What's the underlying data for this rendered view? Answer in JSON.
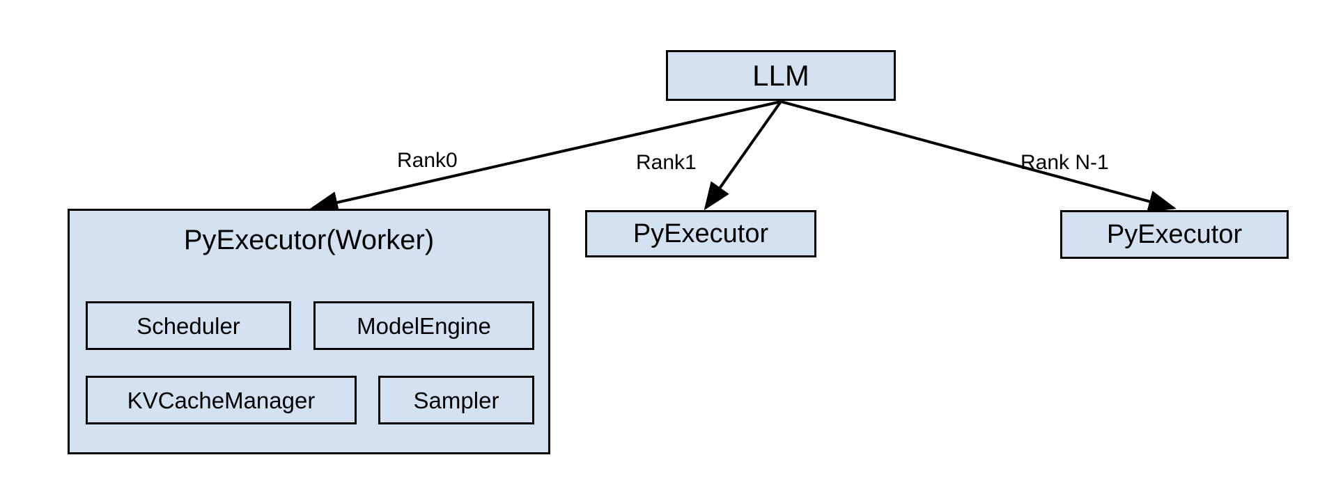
{
  "diagram": {
    "title": "LLM multi-rank PyExecutor architecture",
    "background_color": "#ffffff",
    "node_fill_color": "#d4e1f0",
    "node_border_color": "#000000",
    "edge_color": "#000000",
    "root": {
      "label": "LLM"
    },
    "edges": [
      {
        "label": "Rank0",
        "from": "LLM",
        "to": "PyExecutor(Worker)"
      },
      {
        "label": "Rank1",
        "from": "LLM",
        "to": "PyExecutor"
      },
      {
        "label": "Rank N-1",
        "from": "LLM",
        "to": "PyExecutor"
      }
    ],
    "ranks": [
      {
        "rank_label": "Rank0",
        "node_label": "PyExecutor(Worker)",
        "components": [
          {
            "label": "Scheduler"
          },
          {
            "label": "ModelEngine"
          },
          {
            "label": "KVCacheManager"
          },
          {
            "label": "Sampler"
          }
        ]
      },
      {
        "rank_label": "Rank1",
        "node_label": "PyExecutor",
        "components": []
      },
      {
        "rank_label": "Rank N-1",
        "node_label": "PyExecutor",
        "components": []
      }
    ]
  }
}
